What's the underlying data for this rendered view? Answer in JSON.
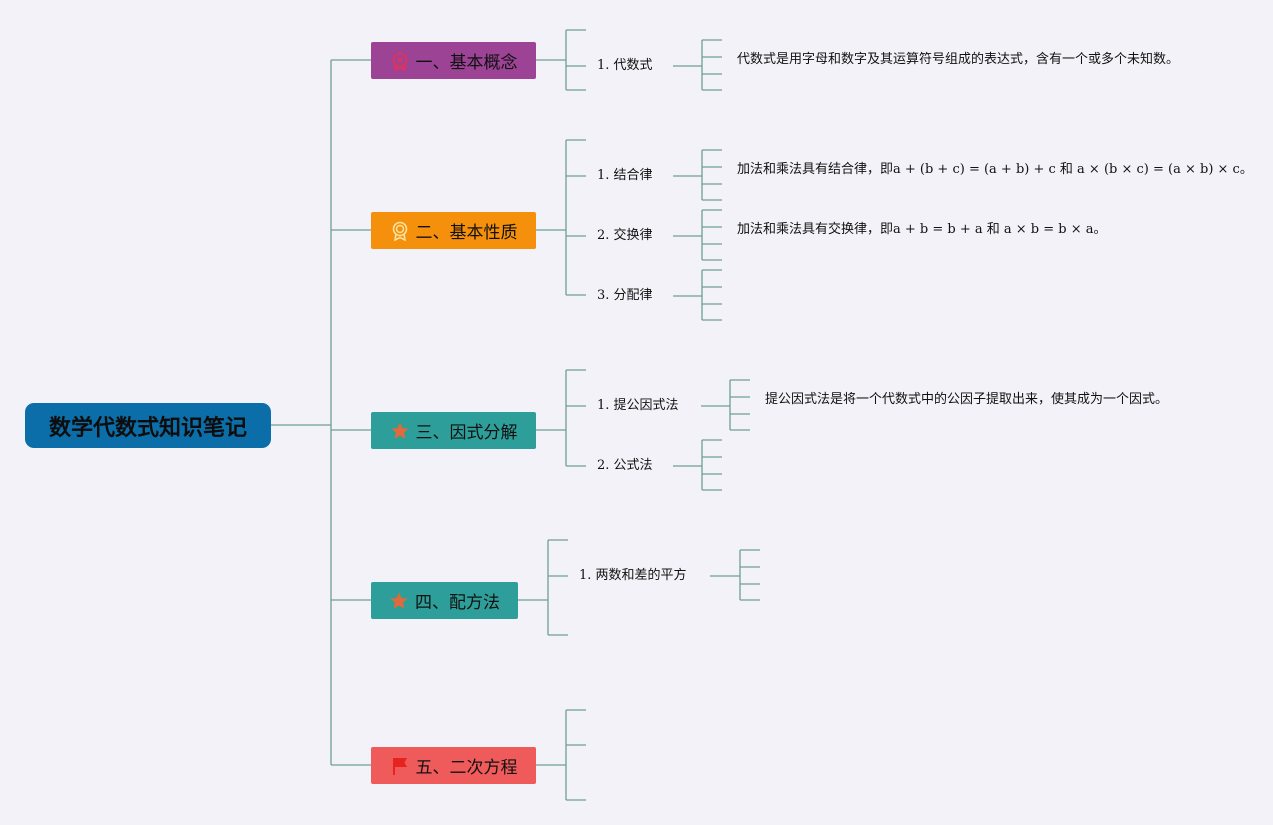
{
  "root": {
    "title": "数学代数式知识笔记"
  },
  "colors": {
    "root": "#0b6ea8",
    "topic1": "#9c4396",
    "topic2": "#f5900c",
    "topic3": "#2e9e9a",
    "topic4": "#2e9e9a",
    "topic5": "#ef5b5b",
    "line": "#6d9e98"
  },
  "topics": [
    {
      "label": "一、基本概念",
      "icon": "award-icon",
      "subs": [
        {
          "label": "1. 代数式",
          "note": "代数式是用字母和数字及其运算符号组成的表达式，含有一个或多个未知数。"
        }
      ]
    },
    {
      "label": "二、基本性质",
      "icon": "medal-icon",
      "subs": [
        {
          "label": "1. 结合律",
          "note": "加法和乘法具有结合律，即a + (b + c) = (a + b) + c 和 a × (b × c) = (a × b) × c。"
        },
        {
          "label": "2. 交换律",
          "note": "加法和乘法具有交换律，即a + b = b + a 和 a × b = b × a。"
        },
        {
          "label": "3. 分配律",
          "note": ""
        }
      ]
    },
    {
      "label": "三、因式分解",
      "icon": "star-icon",
      "subs": [
        {
          "label": "1. 提公因式法",
          "note": "提公因式法是将一个代数式中的公因子提取出来，使其成为一个因式。"
        },
        {
          "label": "2. 公式法",
          "note": ""
        }
      ]
    },
    {
      "label": "四、配方法",
      "icon": "star-icon",
      "subs": [
        {
          "label": "1. 两数和差的平方",
          "note": ""
        }
      ]
    },
    {
      "label": "五、二次方程",
      "icon": "flag-icon",
      "subs": []
    }
  ]
}
